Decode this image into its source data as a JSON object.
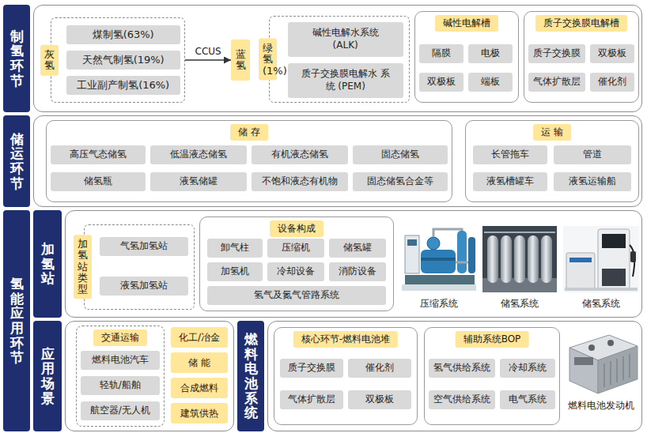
{
  "diagram": {
    "nodes": [
      {
        "text": [
          "制氢环节"
        ]
      },
      {
        "text": [
          "灰氢"
        ],
        "in": 0
      },
      {
        "text": [
          "煤制氢(63%)"
        ],
        "in": 1
      },
      {
        "text": [
          "天然气制氢(19%)"
        ],
        "in": 1
      },
      {
        "text": [
          "工业副产制氢(16%)"
        ],
        "in": 1
      },
      {
        "text": [
          "蓝氢"
        ],
        "in": 0
      },
      {
        "text": [
          "绿氢(1%)"
        ],
        "in": 0
      },
      {
        "text": [
          "碱性电解水系统 (ALK)"
        ],
        "in": 6
      },
      {
        "text": [
          "质子交换膜电解水 系统 (PEM)"
        ],
        "in": 6
      },
      {
        "text": [
          "碱性电解槽"
        ],
        "in": 0
      },
      {
        "text": [
          "隔膜"
        ],
        "in": 9
      },
      {
        "text": [
          "电极"
        ],
        "in": 9
      },
      {
        "text": [
          "双极板"
        ],
        "in": 9
      },
      {
        "text": [
          "端板"
        ],
        "in": 9
      },
      {
        "text": [
          "质子交换膜电解槽"
        ],
        "in": 0
      },
      {
        "text": [
          "质子交换膜"
        ],
        "in": 14
      },
      {
        "text": [
          "双极板"
        ],
        "in": 14
      },
      {
        "text": [
          "气体扩散层"
        ],
        "in": 14
      },
      {
        "text": [
          "催化剂"
        ],
        "in": 14
      },
      {
        "text": [
          "储运环节"
        ]
      },
      {
        "text": [
          "储 存"
        ],
        "in": 19
      },
      {
        "text": [
          "高压气态储氢"
        ],
        "in": 20
      },
      {
        "text": [
          "低温液态储氢"
        ],
        "in": 20
      },
      {
        "text": [
          "有机液态储氢"
        ],
        "in": 20
      },
      {
        "text": [
          "固态储氢"
        ],
        "in": 20
      },
      {
        "text": [
          "储氢瓶"
        ],
        "in": 20
      },
      {
        "text": [
          "液氢储罐"
        ],
        "in": 20
      },
      {
        "text": [
          "不饱和液态有机物"
        ],
        "in": 20
      },
      {
        "text": [
          "固态储氢合金等"
        ],
        "in": 20
      },
      {
        "text": [
          "运 输"
        ],
        "in": 19
      },
      {
        "text": [
          "长管拖车"
        ],
        "in": 29
      },
      {
        "text": [
          "管道"
        ],
        "in": 29
      },
      {
        "text": [
          "液氢槽罐车"
        ],
        "in": 29
      },
      {
        "text": [
          "液氢运输船"
        ],
        "in": 29
      },
      {
        "text": [
          "氢能应用环节"
        ]
      },
      {
        "text": [
          "加氢站"
        ],
        "in": 34
      },
      {
        "text": [
          "加氢站类型"
        ],
        "in": 35
      },
      {
        "text": [
          "气氢加氢站"
        ],
        "in": 36
      },
      {
        "text": [
          "液氢加氢站"
        ],
        "in": 36
      },
      {
        "text": [
          "设备构成"
        ],
        "in": 35
      },
      {
        "text": [
          "卸气柱"
        ],
        "in": 39
      },
      {
        "text": [
          "压缩机"
        ],
        "in": 39
      },
      {
        "text": [
          "储氢罐"
        ],
        "in": 39
      },
      {
        "text": [
          "加氢机"
        ],
        "in": 39
      },
      {
        "text": [
          "冷却设备"
        ],
        "in": 39
      },
      {
        "text": [
          "消防设备"
        ],
        "in": 39
      },
      {
        "text": [
          "氢气及氮气管路系统"
        ],
        "in": 39
      },
      {
        "text": [
          "应用场景"
        ],
        "in": 34
      },
      {
        "text": [
          "交通运输"
        ],
        "in": 47
      },
      {
        "text": [
          "燃料电池汽车"
        ],
        "in": 48
      },
      {
        "text": [
          "轻轨/船舶"
        ],
        "in": 48
      },
      {
        "text": [
          "航空器/无人机"
        ],
        "in": 48
      },
      {
        "text": [
          "化工/冶金"
        ],
        "in": 47
      },
      {
        "text": [
          "储 能"
        ],
        "in": 47
      },
      {
        "text": [
          "合成燃料"
        ],
        "in": 47
      },
      {
        "text": [
          "建筑供热"
        ],
        "in": 47
      },
      {
        "text": [
          "燃料电池系统"
        ],
        "in": 34
      },
      {
        "text": [
          "核心环节-燃料电池堆"
        ],
        "in": 56
      },
      {
        "text": [
          "质子交换膜"
        ],
        "in": 57
      },
      {
        "text": [
          "催化剂"
        ],
        "in": 57
      },
      {
        "text": [
          "气体扩散层"
        ],
        "in": 57
      },
      {
        "text": [
          "双极板"
        ],
        "in": 57
      },
      {
        "text": [
          "辅助系统BOP"
        ],
        "in": 56
      },
      {
        "text": [
          "氢气供给系统"
        ],
        "in": 62
      },
      {
        "text": [
          "冷却系统"
        ],
        "in": 62
      },
      {
        "text": [
          "空气供给系统"
        ],
        "in": 62
      },
      {
        "text": [
          "电气系统"
        ],
        "in": 62
      }
    ],
    "edges": [
      {
        "from": 1,
        "to": 5,
        "arrow": "to",
        "label": "CCUS"
      }
    ],
    "labels": [
      "压缩系统",
      "储氢系统",
      "储氢系统",
      "燃料电池发动机"
    ]
  }
}
